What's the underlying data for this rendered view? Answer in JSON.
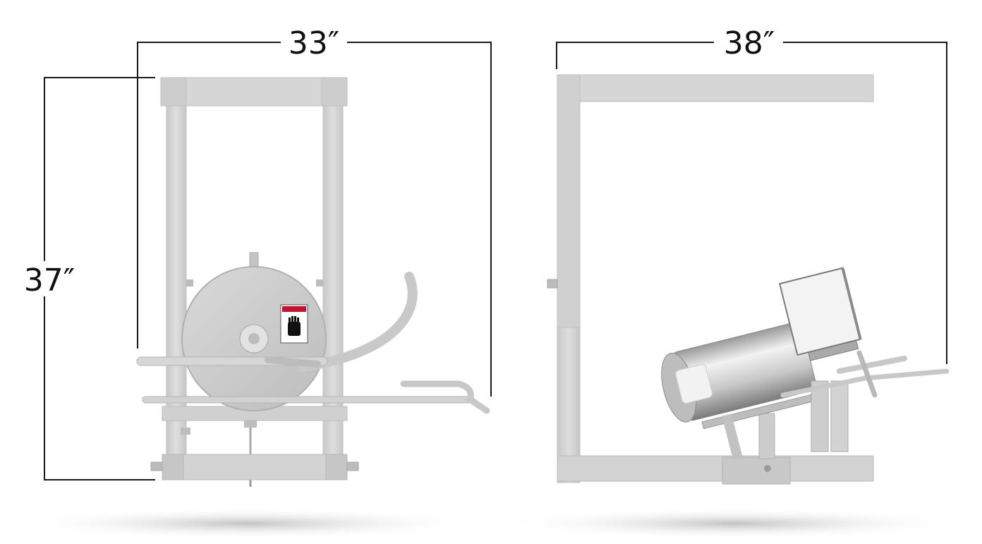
{
  "dimensions": {
    "front_width": "33″",
    "height": "37″",
    "side_width": "38″"
  },
  "colors": {
    "frame": "#d4d4d4",
    "frame_edge": "#c2c2c2",
    "frame_shade": "#bdbdbd",
    "steel": "#cfcfcf",
    "dimension_line": "#1a1a1a",
    "shadow": "#bfbfbf",
    "warning_header": "#c8102e"
  },
  "icons": {
    "warning_label": "hand-stop-icon"
  }
}
